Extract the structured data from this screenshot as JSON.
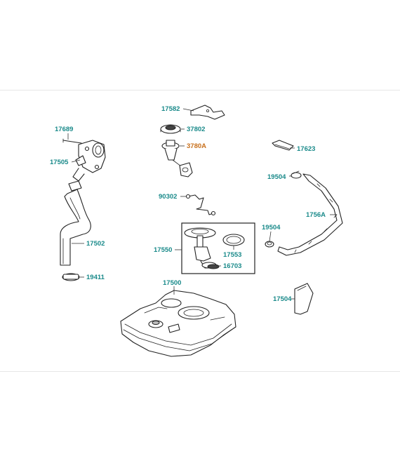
{
  "diagram": {
    "callouts": {
      "p17689": "17689",
      "p17505": "17505",
      "p17502": "17502",
      "p19411": "19411",
      "p17582": "17582",
      "p37802": "37802",
      "p3780A": "3780A",
      "p90302": "90302",
      "p17550": "17550",
      "p17553": "17553",
      "p16703": "16703",
      "p17500": "17500",
      "p17623": "17623",
      "p19504a": "19504",
      "p1756A": "1756A",
      "p19504b": "19504",
      "p17504": "17504"
    },
    "colors": {
      "callout": "#1a8a8a",
      "callout_highlight": "#c8701c"
    }
  }
}
